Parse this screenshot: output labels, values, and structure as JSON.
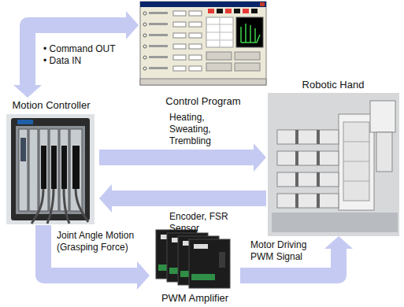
{
  "diagram": {
    "nodes": [
      {
        "text": [
          "Control Program"
        ]
      },
      {
        "text": [
          "Motion Controller"
        ]
      },
      {
        "text": [
          "Robotic Hand"
        ]
      },
      {
        "text": [
          "PWM Amplifier"
        ]
      }
    ],
    "edges": [
      {
        "from": 0,
        "to": 1,
        "arrow": "both",
        "label": "• Command OUT • Data IN"
      },
      {
        "from": 1,
        "to": 2,
        "arrow": "to",
        "label": "Heating, Sweating, Trembling"
      },
      {
        "from": 2,
        "to": 1,
        "arrow": "to",
        "label": "Encoder, FSR Sensor"
      },
      {
        "from": 1,
        "to": 3,
        "arrow": "to",
        "label": "Joint Angle Motion (Grasping Force)"
      },
      {
        "from": 3,
        "to": 2,
        "arrow": "to",
        "label": "Motor Driving PWM Signal"
      }
    ]
  }
}
